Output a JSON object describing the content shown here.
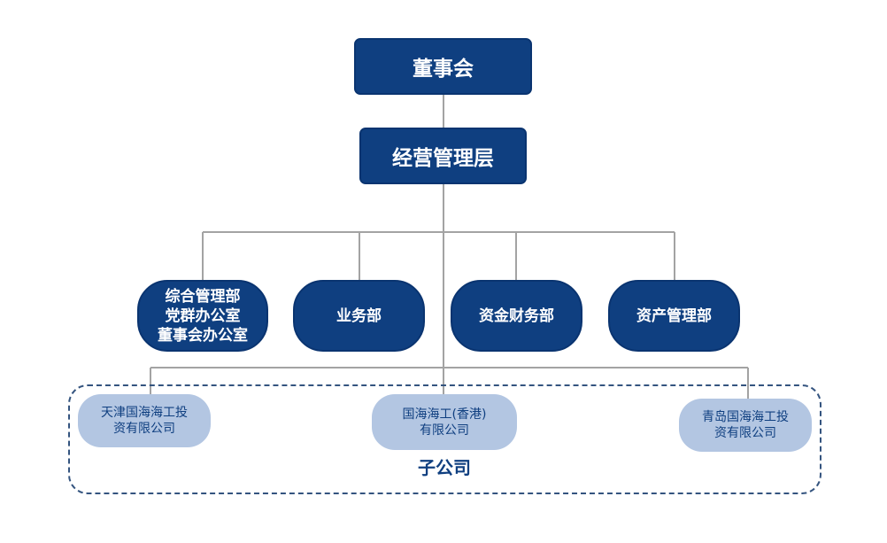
{
  "board": "董事会",
  "management": "经营管理层",
  "departments": [
    "综合管理部\n党群办公室\n董事会办公室",
    "业务部",
    "资金财务部",
    "资产管理部"
  ],
  "subsidiaries_label": "子公司",
  "subsidiaries": [
    "天津国海海工投\n资有限公司",
    "国海海工(香港)\n有限公司",
    "青岛国海海工投\n资有限公司"
  ],
  "colors": {
    "primary": "#0f3f80",
    "subsidiary_fill": "#b3c6e2",
    "connector": "#a3a3a3",
    "frame": "#34547f"
  }
}
